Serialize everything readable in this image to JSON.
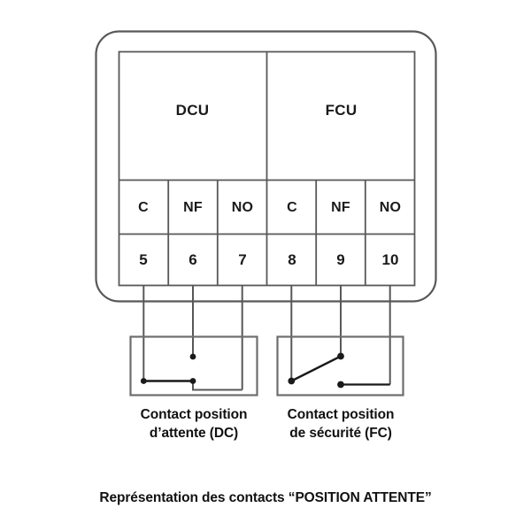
{
  "figure": {
    "caption": "Représentation des contacts “POSITION ATTENTE”",
    "line_color": "#58585a",
    "dark_line_color": "#1a1a1a",
    "text_color": "#111111",
    "background": "#ffffff"
  },
  "terminal_block": {
    "units": [
      {
        "name": "DCU"
      },
      {
        "name": "FCU"
      }
    ],
    "contact_types": [
      "C",
      "NF",
      "NO",
      "C",
      "NF",
      "NO"
    ],
    "terminal_numbers": [
      "5",
      "6",
      "7",
      "8",
      "9",
      "10"
    ]
  },
  "contacts": [
    {
      "id": "dc-contact",
      "caption_line1": "Contact position",
      "caption_line2": "d’attente (DC)",
      "state": "closed-between-5-and-6",
      "terminals": [
        "5",
        "6",
        "7"
      ]
    },
    {
      "id": "fc-contact",
      "caption_line1": "Contact position",
      "caption_line2": "de sécurité (FC)",
      "state": "closed-between-8-and-9",
      "terminals": [
        "8",
        "9",
        "10"
      ]
    }
  ]
}
